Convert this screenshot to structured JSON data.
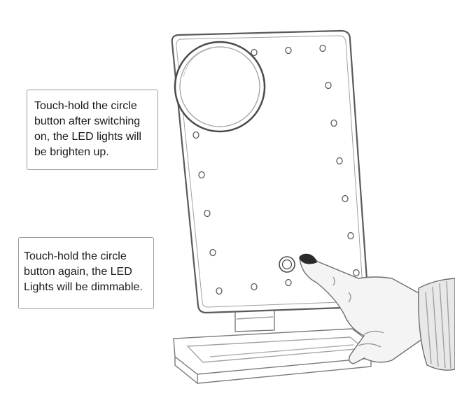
{
  "callouts": [
    {
      "lines": [
        "Touch-hold the circle",
        "button after switching",
        "on, the LED lights will",
        "be brighten up."
      ]
    },
    {
      "lines": [
        "Touch-hold the circle",
        "button again, the LED",
        "Lights will be dimmable."
      ]
    }
  ],
  "illustration": {
    "led_count": 20,
    "line_color": "#6e6e6e",
    "skin_color": "#f4f4f4",
    "nail_color": "#2a2a2a"
  }
}
